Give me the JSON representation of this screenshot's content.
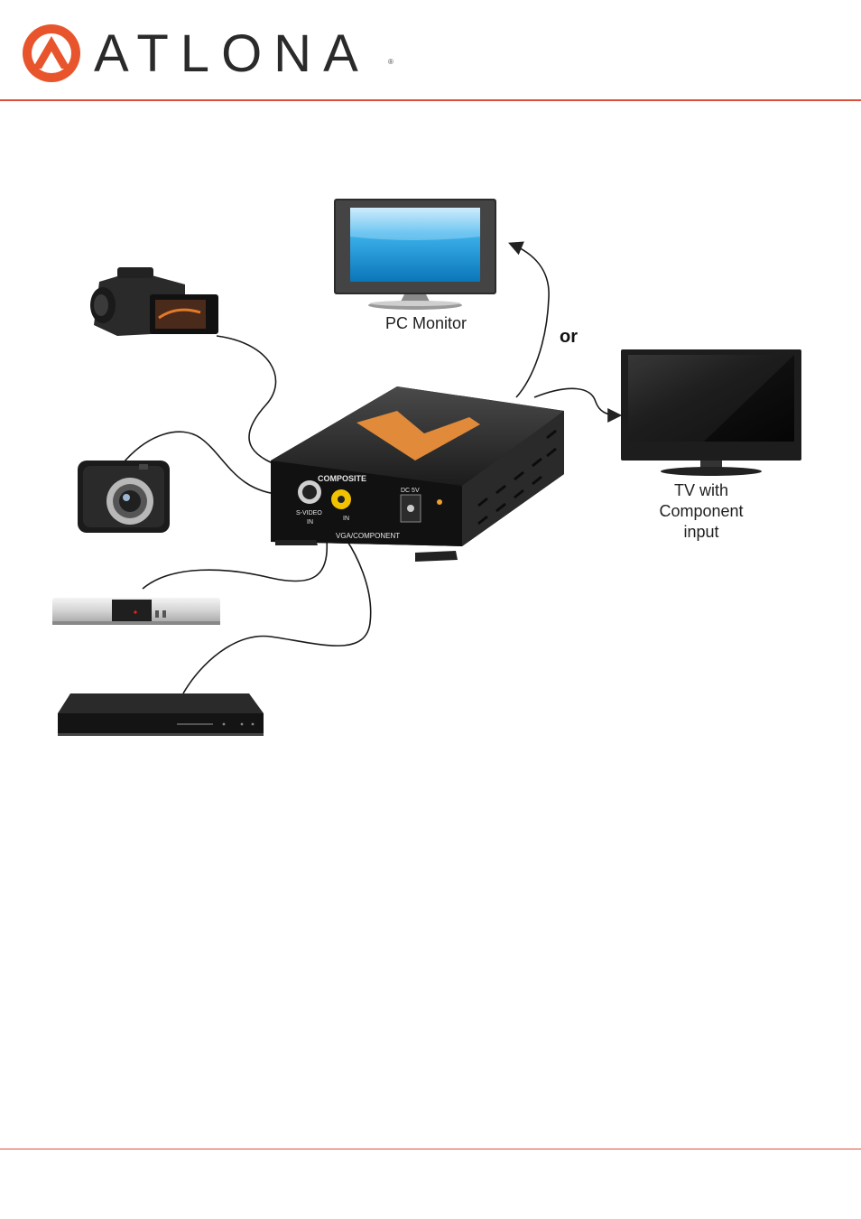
{
  "brand": {
    "name": "ATLONA",
    "registered_mark": "®",
    "accent_color": "#e8542c"
  },
  "labels": {
    "pc_monitor": "PC Monitor",
    "or": "or",
    "tv_line1": "TV with",
    "tv_line2": "Component",
    "tv_line3": "input"
  },
  "device_panel": {
    "composite": "COMPOSITE",
    "svideo": "S-VIDEO",
    "svideo_in": "IN",
    "composite_in": "IN",
    "vga_component": "VGA/COMPONENT",
    "dc": "DC 5V"
  },
  "icons": [
    "camcorder-icon",
    "camera-icon",
    "satellite-receiver-icon",
    "bluray-player-icon",
    "pc-monitor-icon",
    "tv-icon",
    "converter-box-icon"
  ],
  "colors": {
    "rule": "#d9503a",
    "cable": "#1a1a1a",
    "screen_blue": "#2aa3e0"
  }
}
